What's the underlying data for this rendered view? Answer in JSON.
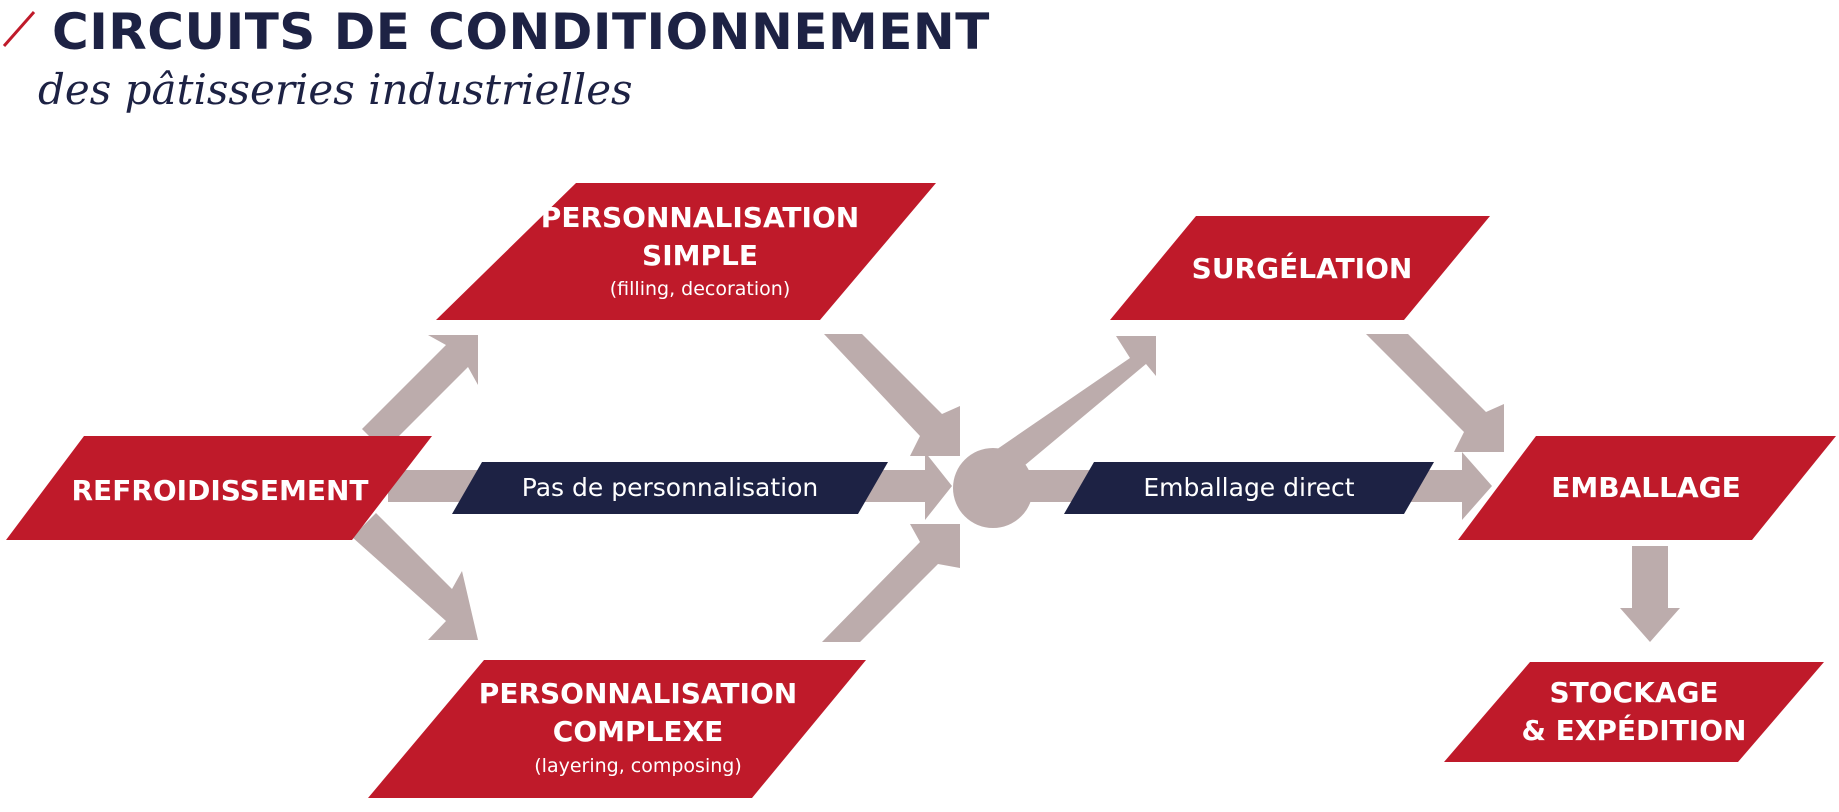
{
  "header": {
    "title": "CIRCUITS DE CONDITIONNEMENT",
    "subtitle": "des pâtisseries industrielles"
  },
  "colors": {
    "step": "#bf1a2a",
    "path_label": "#1d2244",
    "arrow": "#bcacac",
    "title": "#1d2244"
  },
  "steps": {
    "refroidissement": {
      "lines": [
        "REFROIDISSEMENT"
      ]
    },
    "perso_simple": {
      "lines": [
        "PERSONNALISATION",
        "SIMPLE"
      ],
      "note": "(filling, decoration)"
    },
    "perso_complexe": {
      "lines": [
        "PERSONNALISATION",
        "COMPLEXE"
      ],
      "note": "(layering, composing)"
    },
    "surgelation": {
      "lines": [
        "SURGÉLATION"
      ]
    },
    "emballage": {
      "lines": [
        "EMBALLAGE"
      ]
    },
    "stockage": {
      "lines": [
        "STOCKAGE",
        "& EXPÉDITION"
      ]
    }
  },
  "paths": {
    "pas_perso": "Pas de personnalisation",
    "emballage_direct": "Emballage direct"
  }
}
